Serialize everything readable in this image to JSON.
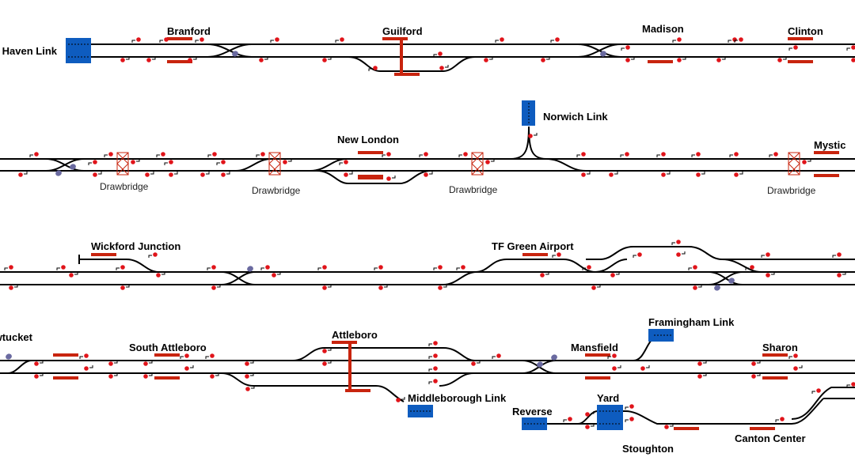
{
  "stations": {
    "new_haven_link": "New Haven Link",
    "branford": "Branford",
    "guilford": "Guilford",
    "madison": "Madison",
    "clinton": "Clinton",
    "norwich_link": "Norwich Link",
    "new_london": "New London",
    "mystic": "Mystic",
    "wickford_junction": "Wickford Junction",
    "tf_green_airport": "TF Green Airport",
    "pawtucket": "Pawtucket",
    "south_attleboro": "South Attleboro",
    "attleboro": "Attleboro",
    "mansfield": "Mansfield",
    "framingham_link": "Framingham Link",
    "sharon": "Sharon",
    "middleborough_link": "Middleborough Link",
    "reverse": "Reverse",
    "yard": "Yard",
    "stoughton": "Stoughton",
    "canton_center": "Canton Center"
  },
  "drawbridges": [
    "Drawbridge",
    "Drawbridge",
    "Drawbridge",
    "Drawbridge"
  ],
  "colors": {
    "track": "#000000",
    "signal": "#e0141a",
    "platform": "#c8240e",
    "link_block": "#0e5cbf",
    "crossover_lever": "#6a6aa0"
  }
}
